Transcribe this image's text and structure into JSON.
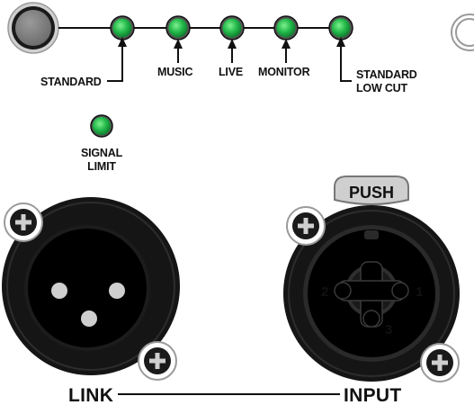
{
  "mode_selector": {
    "leds": [
      {
        "id": "standard",
        "label_lines": [
          "STANDARD"
        ]
      },
      {
        "id": "music",
        "label_lines": [
          "MUSIC"
        ]
      },
      {
        "id": "live",
        "label_lines": [
          "LIVE"
        ]
      },
      {
        "id": "monitor",
        "label_lines": [
          "MONITOR"
        ]
      },
      {
        "id": "standard-low-cut",
        "label_lines": [
          "STANDARD",
          "LOW CUT"
        ]
      }
    ],
    "led_color": "#1fb545"
  },
  "signal_limit": {
    "label_lines": [
      "SIGNAL",
      "LIMIT"
    ]
  },
  "connectors": {
    "link_label": "LINK",
    "input_label": "INPUT",
    "push_label": "PUSH",
    "pin_labels": [
      "1",
      "2",
      "3"
    ]
  }
}
